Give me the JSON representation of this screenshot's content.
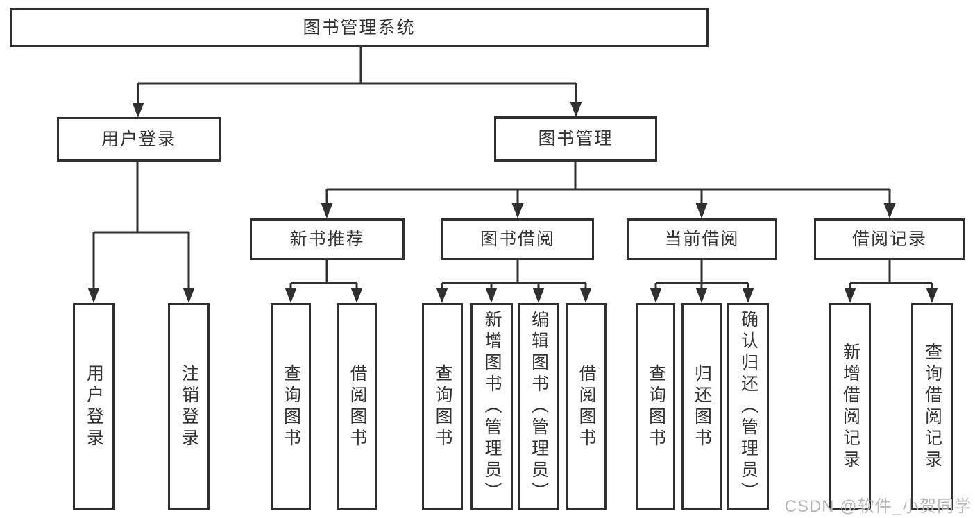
{
  "colors": {
    "line": "#303030",
    "text": "#333333",
    "box_fill": "#ffffff",
    "watermark": "#b7b7b7",
    "background": "#ffffff"
  },
  "diagram": {
    "type": "hierarchy-tree",
    "root": {
      "label": "图书管理系统"
    },
    "branches": [
      {
        "label": "用户登录",
        "children": [
          {
            "label": "用户登录"
          },
          {
            "label": "注销登录"
          }
        ]
      },
      {
        "label": "图书管理",
        "children": [
          {
            "label": "新书推荐",
            "children": [
              {
                "label": "查询图书"
              },
              {
                "label": "借阅图书"
              }
            ]
          },
          {
            "label": "图书借阅",
            "children": [
              {
                "label": "查询图书"
              },
              {
                "label": "新增图书（管理员）"
              },
              {
                "label": "编辑图书（管理员）"
              },
              {
                "label": "借阅图书"
              }
            ]
          },
          {
            "label": "当前借阅",
            "children": [
              {
                "label": "查询图书"
              },
              {
                "label": "归还图书"
              },
              {
                "label": "确认归还（管理员）"
              }
            ]
          },
          {
            "label": "借阅记录",
            "children": [
              {
                "label": "新增借阅记录"
              },
              {
                "label": "查询借阅记录"
              }
            ]
          }
        ]
      }
    ]
  },
  "watermark": {
    "text": "CSDN @软件_小贺同学"
  }
}
